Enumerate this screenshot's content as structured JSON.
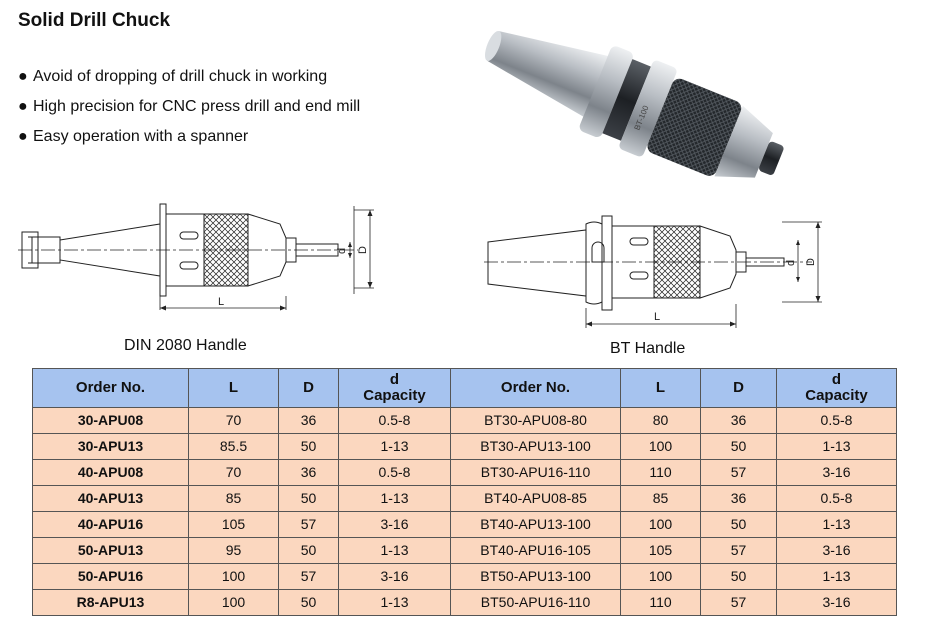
{
  "title": "Solid Drill Chuck",
  "bullets": [
    "Avoid of dropping of drill chuck in working",
    "High precision for CNC press drill and end mill",
    "Easy operation with a spanner"
  ],
  "bullet_symbol": "●",
  "drawing_labels": {
    "L": "L",
    "D": "D",
    "d": "d",
    "shank_marking": "BT-100"
  },
  "captions": {
    "din": "DIN 2080 Handle",
    "bt": "BT Handle"
  },
  "table": {
    "headers": [
      "Order No.",
      "L",
      "D",
      "d",
      "Capacity",
      "Order No.",
      "L",
      "D",
      "d",
      "Capacity"
    ],
    "rows": [
      [
        "30-APU08",
        "70",
        "36",
        "0.5-8",
        "BT30-APU08-80",
        "80",
        "36",
        "0.5-8"
      ],
      [
        "30-APU13",
        "85.5",
        "50",
        "1-13",
        "BT30-APU13-100",
        "100",
        "50",
        "1-13"
      ],
      [
        "40-APU08",
        "70",
        "36",
        "0.5-8",
        "BT30-APU16-110",
        "110",
        "57",
        "3-16"
      ],
      [
        "40-APU13",
        "85",
        "50",
        "1-13",
        "BT40-APU08-85",
        "85",
        "36",
        "0.5-8"
      ],
      [
        "40-APU16",
        "105",
        "57",
        "3-16",
        "BT40-APU13-100",
        "100",
        "50",
        "1-13"
      ],
      [
        "50-APU13",
        "95",
        "50",
        "1-13",
        "BT40-APU16-105",
        "105",
        "57",
        "3-16"
      ],
      [
        "50-APU16",
        "100",
        "57",
        "3-16",
        "BT50-APU13-100",
        "100",
        "50",
        "1-13"
      ],
      [
        "R8-APU13",
        "100",
        "50",
        "1-13",
        "BT50-APU16-110",
        "110",
        "57",
        "3-16"
      ]
    ]
  },
  "colors": {
    "header_bg": "#a6c3ef",
    "row_bg": "#fbd7bf"
  }
}
